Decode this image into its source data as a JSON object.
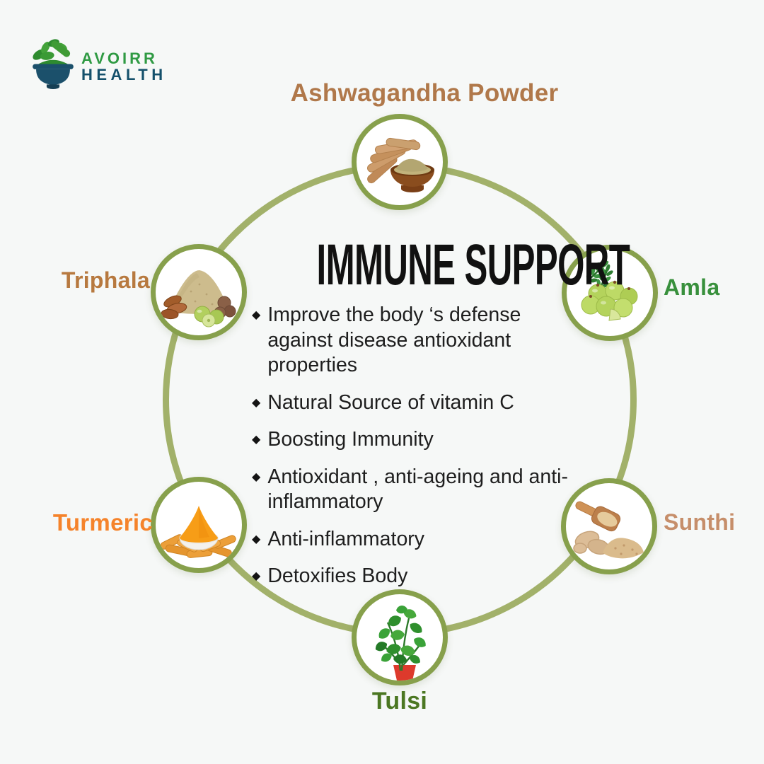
{
  "logo": {
    "brand_line1": "AVOIRR",
    "brand_line2": "HEALTH",
    "icon": "mortar-pestle-herbs"
  },
  "center": {
    "title": "IMMUNE SUPPORT",
    "bullet_glyph": "◆",
    "bullets": [
      "Improve the body ‘s defense against disease antioxidant properties",
      "Natural Source of vitamin C",
      "Boosting Immunity",
      "Antioxidant , anti-ageing and anti-inflammatory",
      "Anti-inflammatory",
      "Detoxifies Body"
    ]
  },
  "ingredients": [
    {
      "label": "Ashwagandha Powder",
      "position": "top",
      "label_color": "#b0784a",
      "image": "ashwagandha-roots-and-powder-bowl"
    },
    {
      "label": "Amla",
      "position": "upper-right",
      "label_color": "#38903c",
      "image": "amla-gooseberries-with-leaves"
    },
    {
      "label": "Sunthi",
      "position": "lower-right",
      "label_color": "#c68e6a",
      "image": "dried-ginger-scoop-and-powder"
    },
    {
      "label": "Tulsi",
      "position": "bottom",
      "label_color": "#4b7722",
      "image": "tulsi-holy-basil-plant"
    },
    {
      "label": "Turmeric",
      "position": "lower-left",
      "label_color": "#f5832b",
      "image": "turmeric-powder-bowl-and-fingers"
    },
    {
      "label": "Triphala",
      "position": "upper-left",
      "label_color": "#b7793f",
      "image": "triphala-powder-fruits-and-nuts"
    }
  ],
  "colors": {
    "background": "#f6f8f7",
    "ring": "#a2b16a",
    "node_border": "#87a04c",
    "title_text": "#111111",
    "body_text": "#1e1e1e",
    "brand_green": "#2f9a43",
    "brand_teal": "#14506b"
  }
}
